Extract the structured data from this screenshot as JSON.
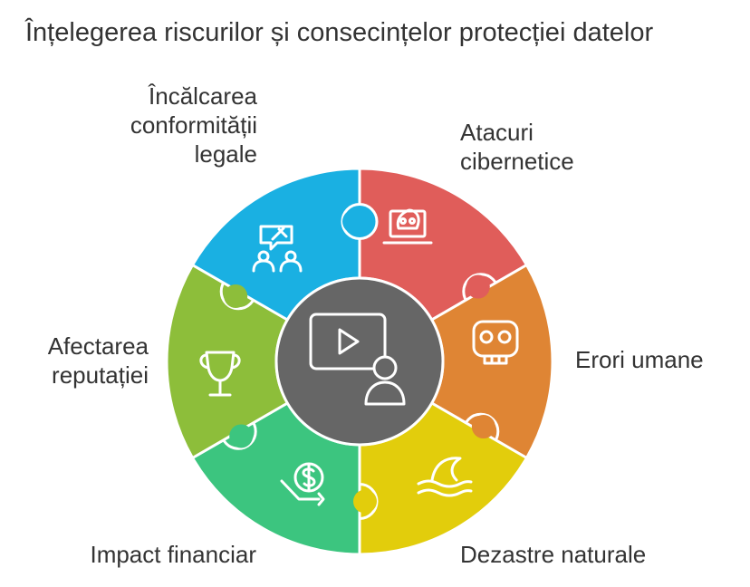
{
  "title": "Înțelegerea riscurilor și consecințelor protecției datelor",
  "center": {
    "icon": "video-user-icon",
    "color": "#666666"
  },
  "segments": [
    {
      "id": "cyber",
      "label": "Atacuri\ncibernetice",
      "color": "#E05D5A",
      "icon": "skull-laptop-icon"
    },
    {
      "id": "human",
      "label": "Erori umane",
      "color": "#DF8534",
      "icon": "robot-face-icon"
    },
    {
      "id": "nature",
      "label": "Dezastre naturale",
      "color": "#E2CD0C",
      "icon": "wave-icon"
    },
    {
      "id": "finance",
      "label": "Impact financiar",
      "color": "#3CC57F",
      "icon": "dollar-down-icon"
    },
    {
      "id": "reput",
      "label": "Afectarea\nreputației",
      "color": "#8DBE3A",
      "icon": "trophy-icon"
    },
    {
      "id": "legal",
      "label": "Încălcarea\nconformității\nlegale",
      "color": "#1AB0E2",
      "icon": "gavel-people-icon"
    }
  ]
}
